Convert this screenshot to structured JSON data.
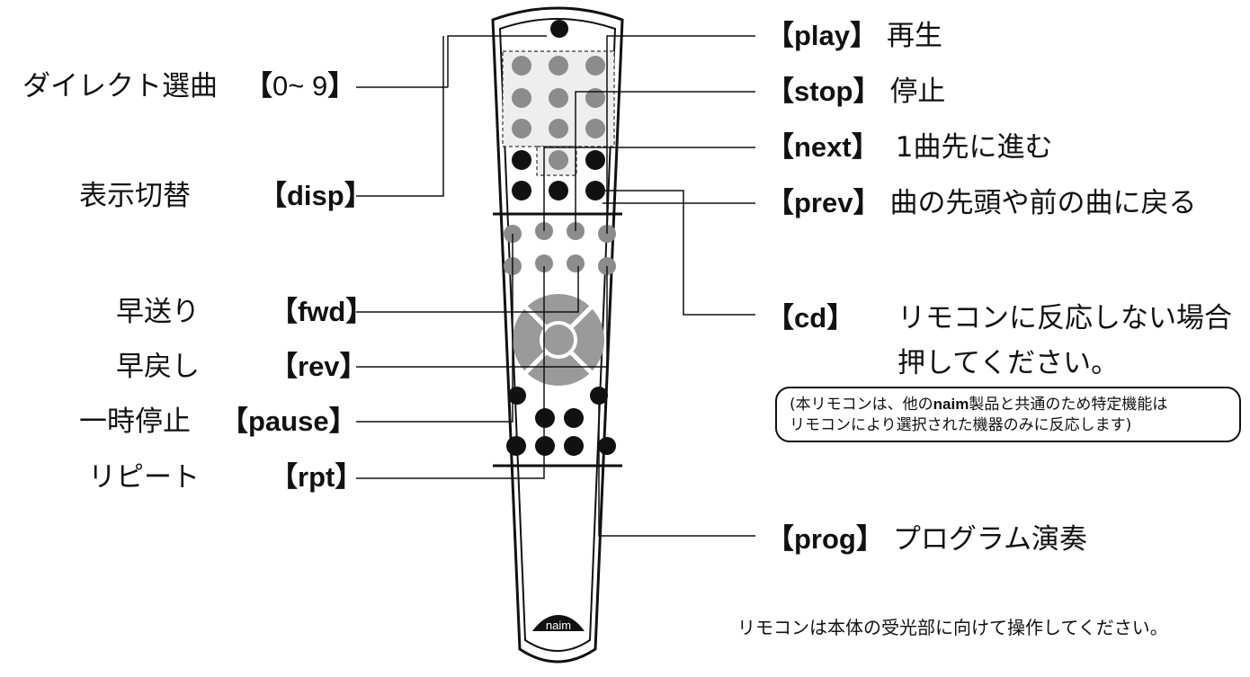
{
  "left_labels": [
    {
      "id": "direct",
      "jp": "ダイレクト選曲",
      "key": "0~ 9"
    },
    {
      "id": "disp",
      "jp": "表示切替",
      "key": "disp"
    },
    {
      "id": "ffwd",
      "jp": "早送り",
      "key": "fwd"
    },
    {
      "id": "frev",
      "jp": "早戻し",
      "key": "rev"
    },
    {
      "id": "pause",
      "jp": "一時停止",
      "key": "pause"
    },
    {
      "id": "rpt",
      "jp": "リピート",
      "key": "rpt"
    }
  ],
  "right_labels": [
    {
      "id": "play",
      "key": "play",
      "jp": "再生"
    },
    {
      "id": "stop",
      "key": "stop",
      "jp": "停止"
    },
    {
      "id": "next",
      "key": "next",
      "jp": "1曲先に進む"
    },
    {
      "id": "prev",
      "key": "prev",
      "jp": "曲の先頭や前の曲に戻る"
    },
    {
      "id": "cd",
      "key": "cd",
      "jp": "リモコンに反応しない場合",
      "jp2": "押してください。"
    },
    {
      "id": "prog",
      "key": "prog",
      "jp": "プログラム演奏"
    }
  ],
  "note": {
    "line1_pre": "(本リモコンは、他の",
    "line1_brand": "naim",
    "line1_post": "製品と共通のため特定機能は",
    "line2": "リモコンにより選択された機器のみに反応します)"
  },
  "footer": "リモコンは本体の受光部に向けて操作してください。",
  "logo": "naim",
  "bracket_open": "【",
  "bracket_close": "】"
}
